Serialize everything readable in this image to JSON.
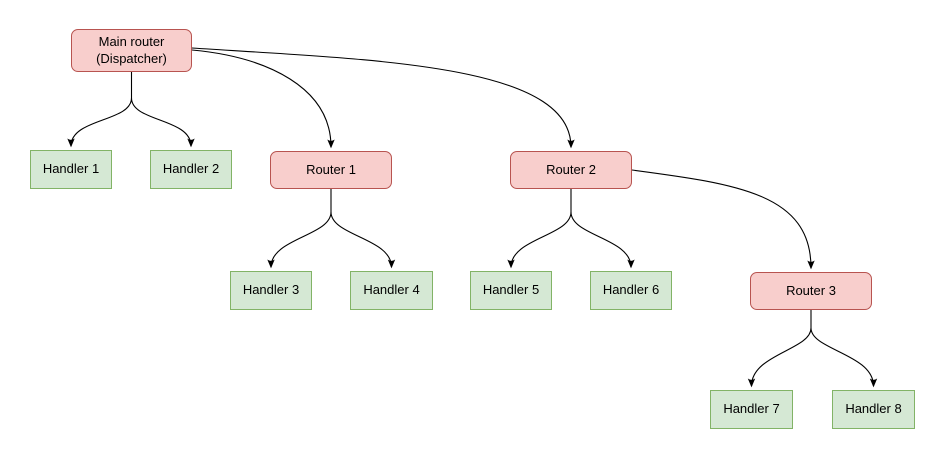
{
  "diagram": {
    "background": "#ffffff",
    "colors": {
      "router_fill": "#f8cecc",
      "router_stroke": "#b85450",
      "handler_fill": "#d5e8d4",
      "handler_stroke": "#82b366",
      "edge_color": "#000000",
      "text_color": "#000000"
    },
    "nodes": {
      "main": {
        "line1": "Main router",
        "line2": "(Dispatcher)",
        "type": "router"
      },
      "router1": {
        "label": "Router 1",
        "type": "router"
      },
      "router2": {
        "label": "Router 2",
        "type": "router"
      },
      "router3": {
        "label": "Router 3",
        "type": "router"
      },
      "handler1": {
        "label": "Handler 1",
        "type": "handler"
      },
      "handler2": {
        "label": "Handler 2",
        "type": "handler"
      },
      "handler3": {
        "label": "Handler 3",
        "type": "handler"
      },
      "handler4": {
        "label": "Handler 4",
        "type": "handler"
      },
      "handler5": {
        "label": "Handler 5",
        "type": "handler"
      },
      "handler6": {
        "label": "Handler 6",
        "type": "handler"
      },
      "handler7": {
        "label": "Handler 7",
        "type": "handler"
      },
      "handler8": {
        "label": "Handler 8",
        "type": "handler"
      }
    },
    "edges": [
      {
        "from": "main",
        "to": "handler1"
      },
      {
        "from": "main",
        "to": "handler2"
      },
      {
        "from": "main",
        "to": "router1"
      },
      {
        "from": "main",
        "to": "router2"
      },
      {
        "from": "router1",
        "to": "handler3"
      },
      {
        "from": "router1",
        "to": "handler4"
      },
      {
        "from": "router2",
        "to": "handler5"
      },
      {
        "from": "router2",
        "to": "handler6"
      },
      {
        "from": "router2",
        "to": "router3"
      },
      {
        "from": "router3",
        "to": "handler7"
      },
      {
        "from": "router3",
        "to": "handler8"
      }
    ]
  }
}
